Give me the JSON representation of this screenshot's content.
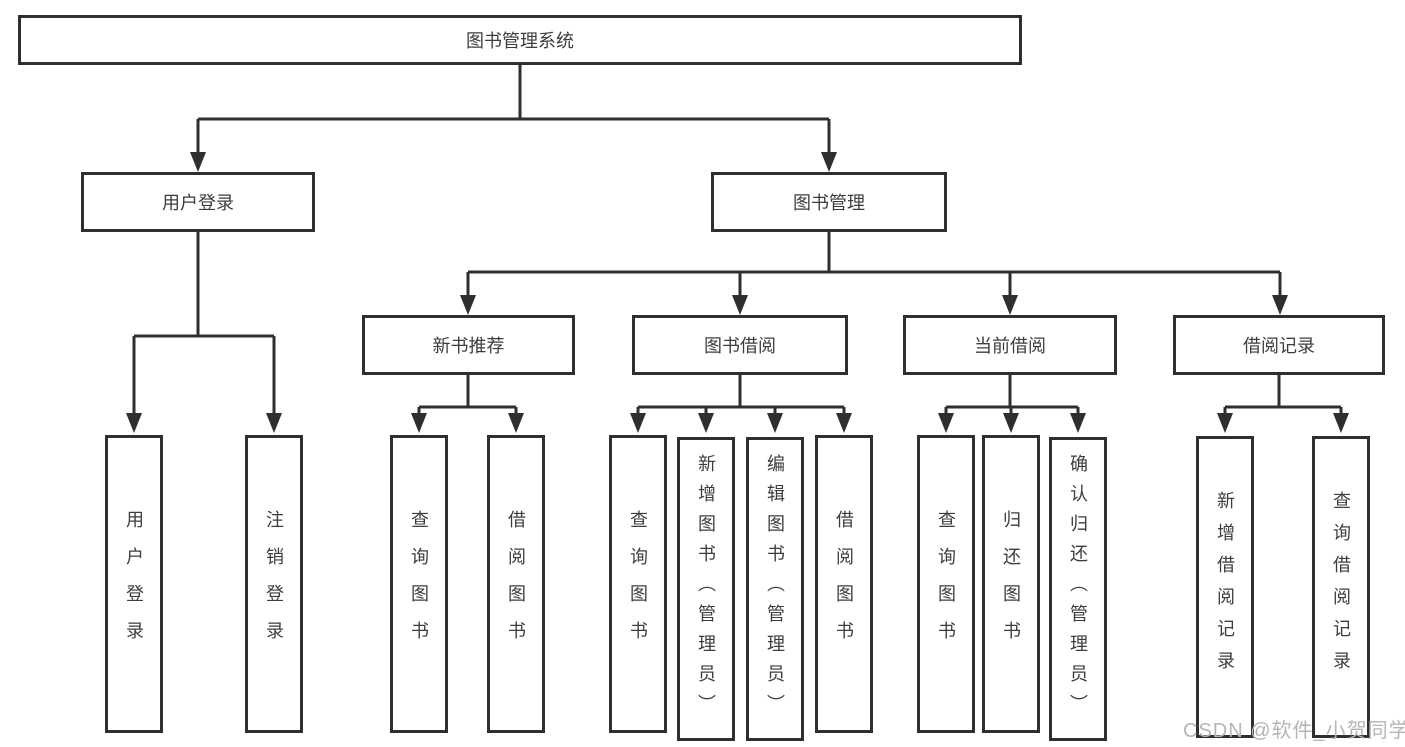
{
  "diagram": {
    "root": {
      "label": "图书管理系统"
    },
    "branches": [
      {
        "label": "用户登录",
        "children": [
          {
            "label": "用户登录"
          },
          {
            "label": "注销登录"
          }
        ]
      },
      {
        "label": "图书管理",
        "children": [
          {
            "label": "新书推荐",
            "children": [
              {
                "label": "查询图书"
              },
              {
                "label": "借阅图书"
              }
            ]
          },
          {
            "label": "图书借阅",
            "children": [
              {
                "label": "查询图书"
              },
              {
                "label": "新增图书（管理员）"
              },
              {
                "label": "编辑图书（管理员）"
              },
              {
                "label": "借阅图书"
              }
            ]
          },
          {
            "label": "当前借阅",
            "children": [
              {
                "label": "查询图书"
              },
              {
                "label": "归还图书"
              },
              {
                "label": "确认归还（管理员）"
              }
            ]
          },
          {
            "label": "借阅记录",
            "children": [
              {
                "label": "新增借阅记录"
              },
              {
                "label": "查询借阅记录"
              }
            ]
          }
        ]
      }
    ]
  },
  "watermark": "CSDN @软件_小贺同学",
  "colors": {
    "line": "#2f2f2f",
    "text": "#3d3d3d",
    "watermark_gray": "#b5b5b5",
    "background": "#ffffff"
  }
}
